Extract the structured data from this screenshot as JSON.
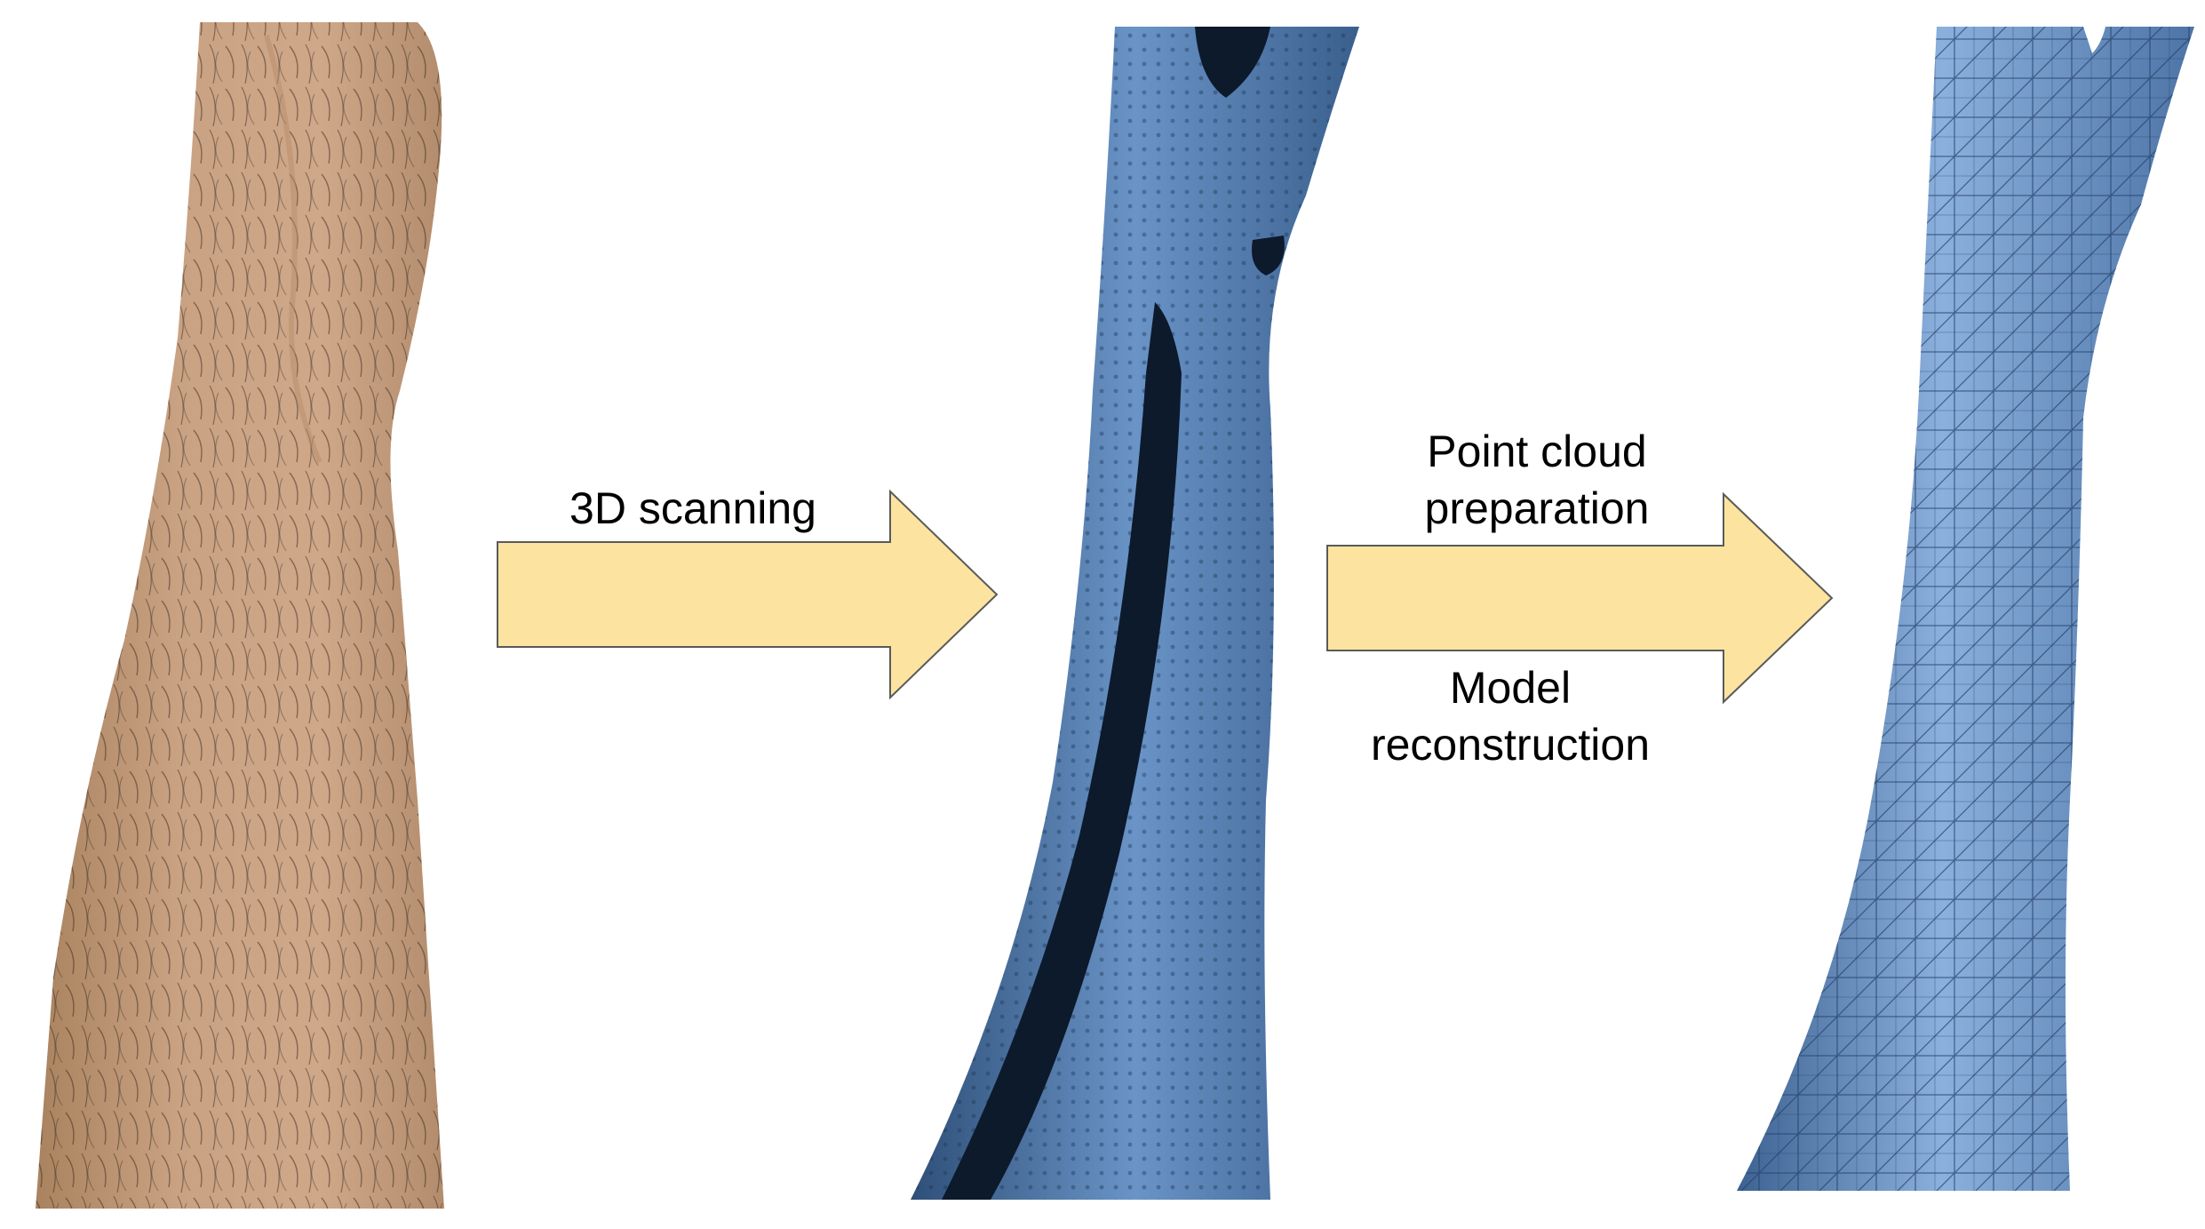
{
  "steps": {
    "scan_label": "3D scanning",
    "prep_line1": "Point cloud",
    "prep_line2": "preparation",
    "recon_line1": "Model",
    "recon_line2": "reconstruction"
  },
  "colors": {
    "arrow_fill": "#FCE4A0",
    "arrow_stroke": "#5A5A5A",
    "skin": "#C89E7F",
    "mesh_blue": "#5C86B8",
    "mesh_dark": "#162A44",
    "mesh_light": "#8EB2DE"
  }
}
